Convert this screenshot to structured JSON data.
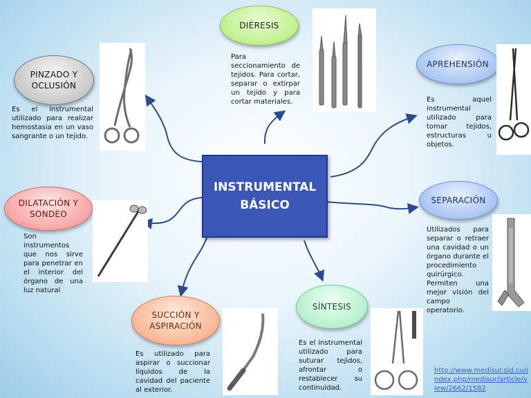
{
  "center": {
    "line1": "INSTRUMENTAL",
    "line2": "BÁSICO"
  },
  "nodes": {
    "dieresis": {
      "title": "DIÉRESIS",
      "description": "Para seccionamiento de tejidos. Para cortar, separar o extirpar un tejido y para cortar materiales."
    },
    "pinzado": {
      "title_line1": "PINZADO Y",
      "title_line2": "OCLUSIÓN",
      "description": "Es el instrumental utilizado para realizar hemostasia en un vaso sangrante o un tejido."
    },
    "aprehension": {
      "title": "APREHENSIÓN",
      "description": "Es aquel instrumental utilizado para tomar tejidos, estructuras u objetos."
    },
    "dilatacion": {
      "title_line1": "DILATACIÓN Y",
      "title_line2": "SONDEO",
      "description": "Son instrumentos que nos sirve para penetrar en el interior del órgano de una luz natural"
    },
    "separacion": {
      "title": "SEPARACIÓN",
      "description": "Utilizados para separar o retraer una cavidad o un órgano durante el procedimiento quirúrgico. Permiten una mejor visión del campo operatorio."
    },
    "succion": {
      "title_line1": "SUCCIÓN Y",
      "title_line2": "ASPIRACIÓN",
      "description": "Es utilizado para aspirar o succionar líquidos de la cavidad del paciente al exterior."
    },
    "sintesis": {
      "title": "SÍNTESIS",
      "description": "Es el instrumental utilizado para suturar tejidos, afrontar o restablecer su continuidad."
    }
  },
  "link": "http://www.medisur.sld.cu/index.php/medisur/article/view/2662/1582",
  "colors": {
    "center_box": "#3a57b8",
    "arrow": "#2e4a8c",
    "link": "#3a62c4"
  },
  "icons": [
    "scalpel-icon",
    "hemostat-icon",
    "forceps-icon",
    "probe-icon",
    "retractor-icon",
    "suction-cannula-icon",
    "needle-holder-icon"
  ]
}
